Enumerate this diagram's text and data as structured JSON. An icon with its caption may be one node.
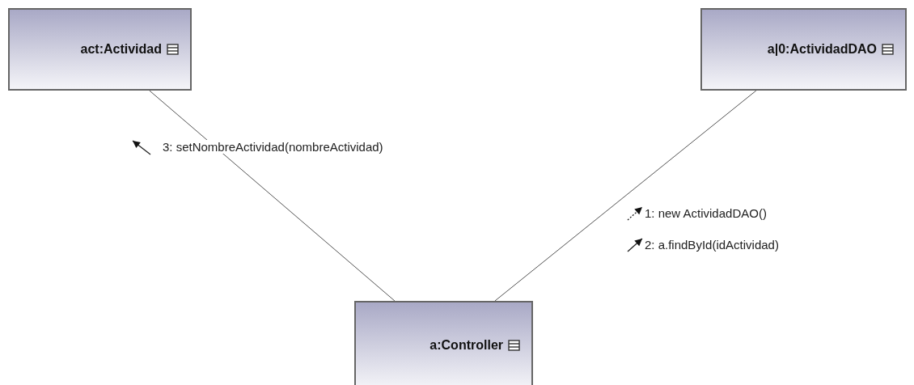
{
  "diagram": {
    "nodes": [
      {
        "text": [
          "act:Actividad"
        ]
      },
      {
        "text": [
          "a|0:ActividadDAO"
        ]
      },
      {
        "text": [
          "a:Controller"
        ]
      }
    ],
    "edges": [
      {
        "from": 0,
        "to": 2,
        "arrow": "none"
      },
      {
        "from": 1,
        "to": 2,
        "arrow": "none"
      }
    ],
    "labels": [
      "3: setNombreActividad(nombreActividad)",
      "1: new ActividadDAO()",
      "2: a.findById(idActividad)"
    ]
  }
}
